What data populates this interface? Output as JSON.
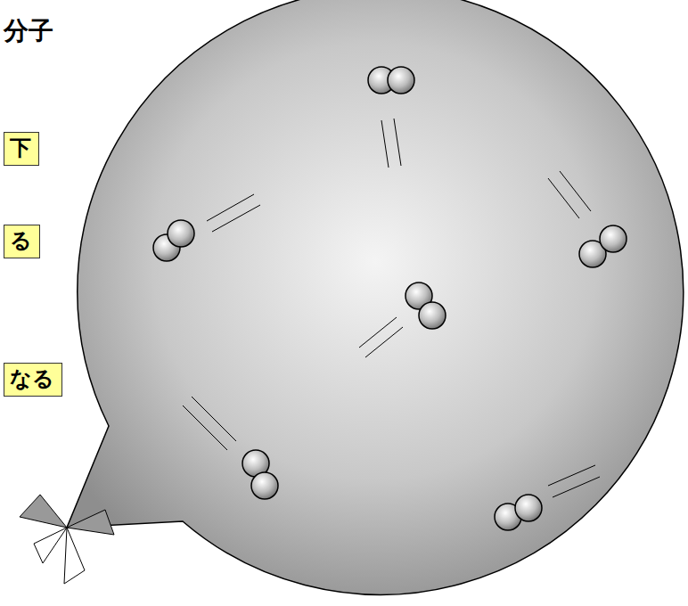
{
  "diagram": {
    "title": "分子",
    "nodes": [
      {
        "text": [
          "下"
        ]
      },
      {
        "text": [
          "る"
        ]
      },
      {
        "text": [
          "なる"
        ]
      }
    ]
  }
}
